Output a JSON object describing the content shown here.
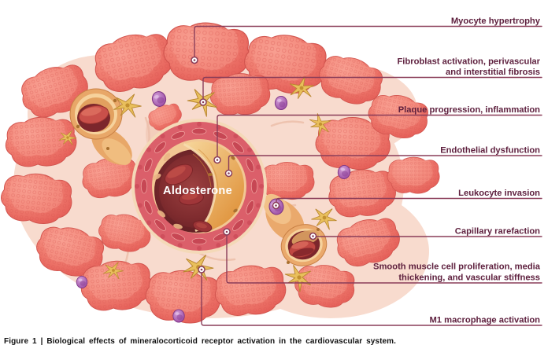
{
  "figure": {
    "caption": "Figure 1 | Biological effects of mineralocorticoid receptor activation in the cardiovascular system.",
    "center_label": "Aldosterone",
    "labels": {
      "myocyte": "Myocyte hypertrophy",
      "fibroblast_line1": "Fibroblast activation, perivascular",
      "fibroblast_line2": "and interstitial fibrosis",
      "plaque": "Plaque progression, inflammation",
      "endothelial": "Endothelial dysfunction",
      "leukocyte": "Leukocyte invasion",
      "capillary": "Capillary rarefaction",
      "smooth_line1": "Smooth muscle cell proliferation, media",
      "smooth_line2": "thickening, and vascular stiffness",
      "macrophage": "M1 macrophage activation"
    },
    "colors": {
      "label_text": "#5e203e",
      "leader_line": "#8a3d59",
      "myocyte_red": "#ec6a5f",
      "tissue_pink": "#f8dbce",
      "plaque_orange": "#e8a95c",
      "lumen_dark_red": "#6f2026",
      "leukocyte_purple": "#a557ad",
      "fibroblast_yellow": "#e9bf5c",
      "caption_text": "#111111"
    }
  }
}
